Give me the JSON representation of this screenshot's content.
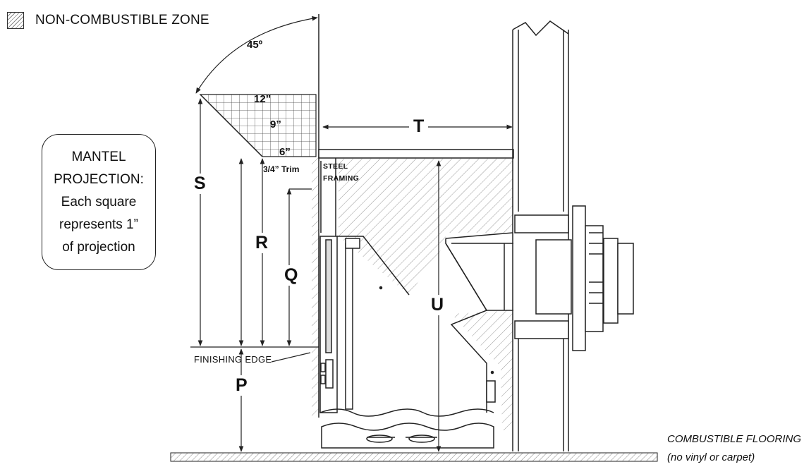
{
  "legend": {
    "label": "NON-COMBUSTIBLE ZONE",
    "swatch_icon": "hatch-swatch-icon"
  },
  "note": {
    "lines": [
      "MANTEL",
      "PROJECTION:",
      "Each square",
      "represents 1”",
      "of projection"
    ]
  },
  "angle_label": "45º",
  "projections": {
    "p12": "12”",
    "p9": "9”",
    "p6": "6”"
  },
  "trim_label": "3/4” Trim",
  "steel_framing": [
    "STEEL",
    "FRAMING"
  ],
  "dimensions": {
    "S": "S",
    "R": "R",
    "Q": "Q",
    "P": "P",
    "T": "T",
    "U": "U"
  },
  "finishing_edge": "FINISHING EDGE",
  "flooring": {
    "line1": "COMBUSTIBLE FLOORING",
    "line2": "(no vinyl or carpet)"
  },
  "colors": {
    "line": "#222222",
    "hatch": "#8a8a8a",
    "grid": "#555555"
  }
}
